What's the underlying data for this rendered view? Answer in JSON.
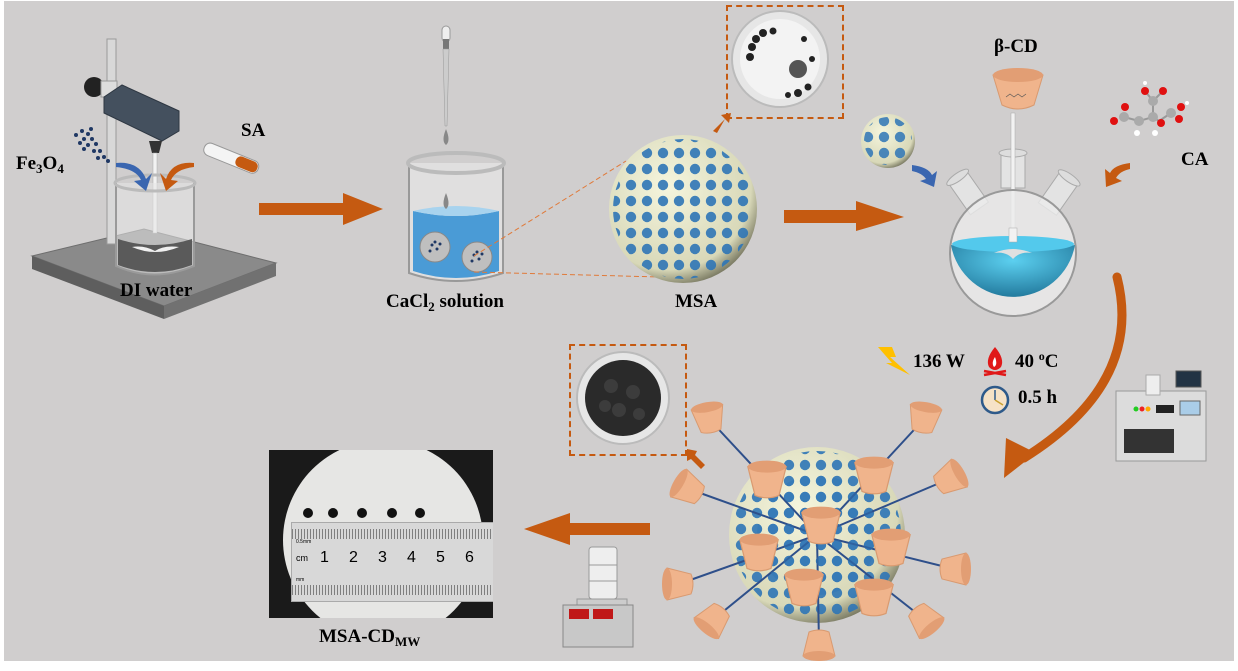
{
  "figure": {
    "colors": {
      "background": "#d0cece",
      "arrow": "#c55a11",
      "blue_arrow": "#3a66b0",
      "inset_border": "#c55a11",
      "sphere_shell": "#e8e8cc",
      "sphere_pore": "#2e75b6",
      "cyclodextrin": "#f0b48c",
      "solution": "#3fa4d4"
    },
    "step1": {
      "fe3o4_label": {
        "main": "Fe",
        "sub1": "3",
        "mid": "O",
        "sub2": "4"
      },
      "sa_label": "SA",
      "water_label": "DI water"
    },
    "step2": {
      "label": {
        "main": "CaCl",
        "sub": "2",
        "rest": " solution"
      }
    },
    "step3": {
      "label": "MSA"
    },
    "step4": {
      "beta_cd_label": "β-CD",
      "ca_label": "CA"
    },
    "conditions": {
      "power": "136 W",
      "temperature": {
        "value": "40 ",
        "unit_sup": "o",
        "unit": "C"
      },
      "time": "0.5 h"
    },
    "product": {
      "label": {
        "main": "MSA-CD",
        "sub": "MW"
      },
      "ruler": {
        "unit_label": "cm",
        "top_label": "0.5mm",
        "bottom_label": "mm",
        "ticks": [
          "1",
          "2",
          "3",
          "4",
          "5",
          "6"
        ]
      }
    }
  }
}
